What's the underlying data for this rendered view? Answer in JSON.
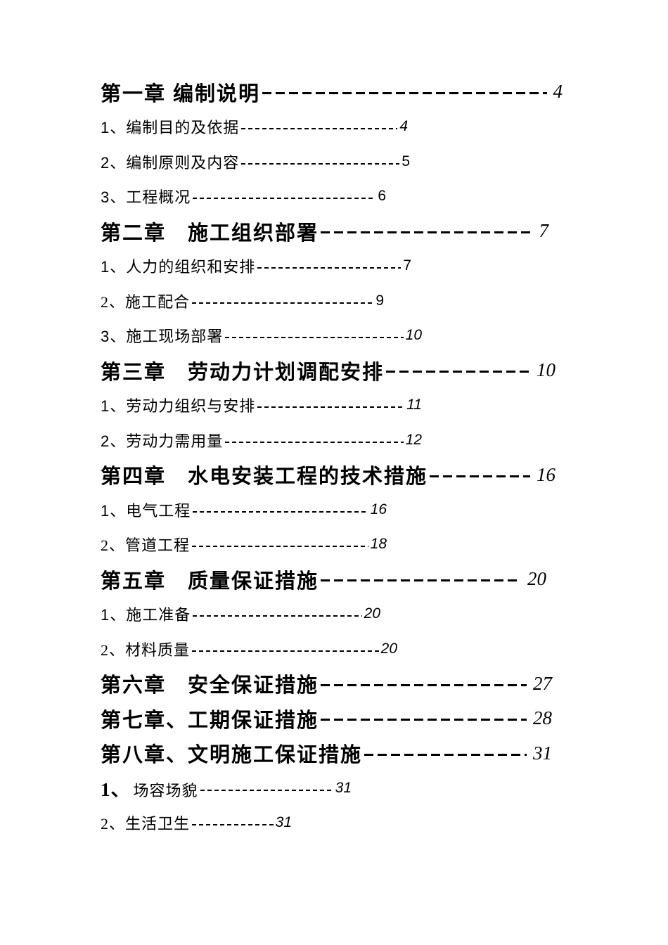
{
  "page_background": "#ffffff",
  "text_color": "#000000",
  "toc": {
    "entries": [
      {
        "text": "第一章 编制说明",
        "page": "4"
      },
      {
        "text": "1、编制目的及依据",
        "page": "4"
      },
      {
        "text": "2、编制原则及内容",
        "page": "5"
      },
      {
        "text": "3、工程概况",
        "page": "6"
      },
      {
        "text": "第二章　施工组织部署",
        "page": "7"
      },
      {
        "text": "1、人力的组织和安排",
        "page": "7"
      },
      {
        "text": "2、施工配合",
        "page": "9"
      },
      {
        "text": "3、施工现场部署",
        "page": "10"
      },
      {
        "text": "第三章　劳动力计划调配安排",
        "page": "10"
      },
      {
        "text": "1、劳动力组织与安排",
        "page": "11"
      },
      {
        "text": "2、劳动力需用量",
        "page": "12"
      },
      {
        "text": "第四章　水电安装工程的技术措施",
        "page": "16"
      },
      {
        "text": "1、电气工程",
        "page": "16"
      },
      {
        "text": "2、管道工程",
        "page": "18"
      },
      {
        "text": "第五章　质量保证措施",
        "page": "20"
      },
      {
        "text": "1、施工准备",
        "page": "20"
      },
      {
        "text": "2、材料质量",
        "page": "20"
      },
      {
        "text": "第六章　安全保证措施",
        "page": "27"
      },
      {
        "text": "第七章、工期保证措施",
        "page": "28"
      },
      {
        "text": "第八章、文明施工保证措施",
        "page": "31"
      },
      {
        "prefix": "1、",
        "title": "场容场貌",
        "page": "31"
      },
      {
        "text": "2、生活卫生",
        "page": "31"
      }
    ]
  }
}
